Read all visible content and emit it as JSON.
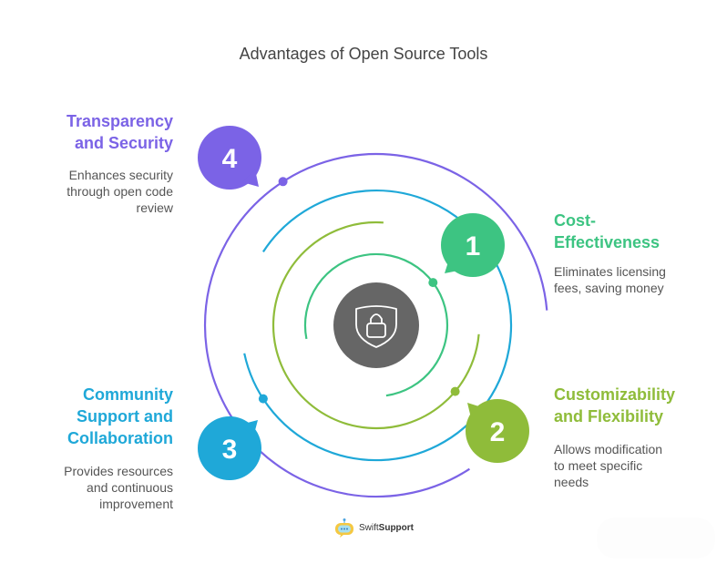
{
  "title": "Advantages of Open Source Tools",
  "center_icon": "shield-lock-icon",
  "items": [
    {
      "number": "1",
      "title_line1": "Cost-",
      "title_line2": "Effectiveness",
      "desc_lines": [
        "Eliminates licensing",
        "fees, saving money"
      ],
      "color": "#3DC482"
    },
    {
      "number": "2",
      "title_line1": "Customizability",
      "title_line2": "and Flexibility",
      "desc_lines": [
        "Allows modification",
        "to meet specific",
        "needs"
      ],
      "color": "#8FBC3A"
    },
    {
      "number": "3",
      "title_line1": "Community",
      "title_line2": "Support and",
      "title_line3": "Collaboration",
      "desc_lines": [
        "Provides resources",
        "and continuous",
        "improvement"
      ],
      "color": "#1FA8D8"
    },
    {
      "number": "4",
      "title_line1": "Transparency",
      "title_line2": "and Security",
      "desc_lines": [
        "Enhances security",
        "through open code",
        "review"
      ],
      "color": "#7B63E6"
    }
  ],
  "brand": {
    "name_light": "Swift",
    "name_bold": "Support",
    "icon": "robot-chat-icon"
  }
}
